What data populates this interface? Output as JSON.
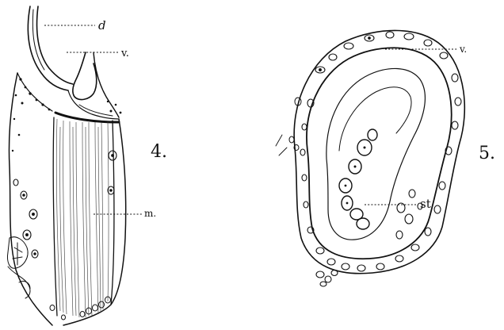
{
  "figures": [
    {
      "number": "4.",
      "labels": {
        "d": "d",
        "v": "v.",
        "m": "m."
      }
    },
    {
      "number": "5.",
      "labels": {
        "v": "v.",
        "st": "st"
      }
    }
  ]
}
